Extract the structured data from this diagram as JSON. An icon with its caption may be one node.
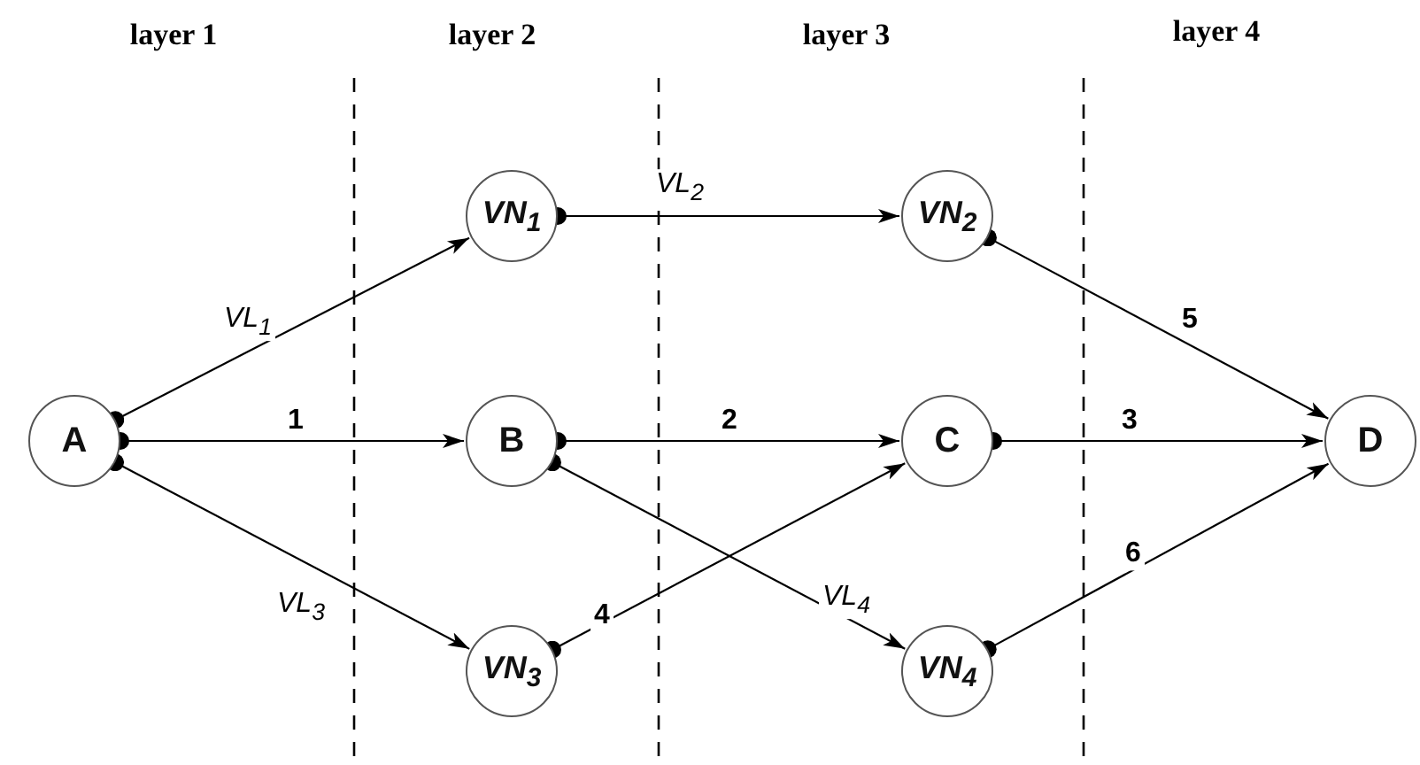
{
  "diagram": {
    "nodes": [
      {
        "text": [
          "A"
        ]
      },
      {
        "text": [
          "VN$_{1}$"
        ]
      },
      {
        "text": [
          "B"
        ]
      },
      {
        "text": [
          "VN$_{3}$"
        ]
      },
      {
        "text": [
          "VN$_{2}$"
        ]
      },
      {
        "text": [
          "C"
        ]
      },
      {
        "text": [
          "VN$_{4}$"
        ]
      },
      {
        "text": [
          "D"
        ]
      }
    ],
    "edges": [
      {
        "from": 0,
        "to": 1,
        "arrow": "to",
        "label": "VL$_{1}$"
      },
      {
        "from": 0,
        "to": 2,
        "arrow": "to",
        "label": "1"
      },
      {
        "from": 0,
        "to": 3,
        "arrow": "to",
        "label": "VL$_{3}$"
      },
      {
        "from": 1,
        "to": 4,
        "arrow": "to",
        "label": "VL$_{2}$"
      },
      {
        "from": 2,
        "to": 5,
        "arrow": "to",
        "label": "2"
      },
      {
        "from": 2,
        "to": 6,
        "arrow": "to",
        "label": "VL$_{4}$"
      },
      {
        "from": 3,
        "to": 5,
        "arrow": "to",
        "label": "4"
      },
      {
        "from": 4,
        "to": 7,
        "arrow": "to",
        "label": "5"
      },
      {
        "from": 5,
        "to": 7,
        "arrow": "to",
        "label": "3"
      },
      {
        "from": 6,
        "to": 7,
        "arrow": "to",
        "label": "6"
      }
    ],
    "labels": [
      "layer 1",
      "layer 2",
      "layer 3",
      "layer 4"
    ]
  }
}
